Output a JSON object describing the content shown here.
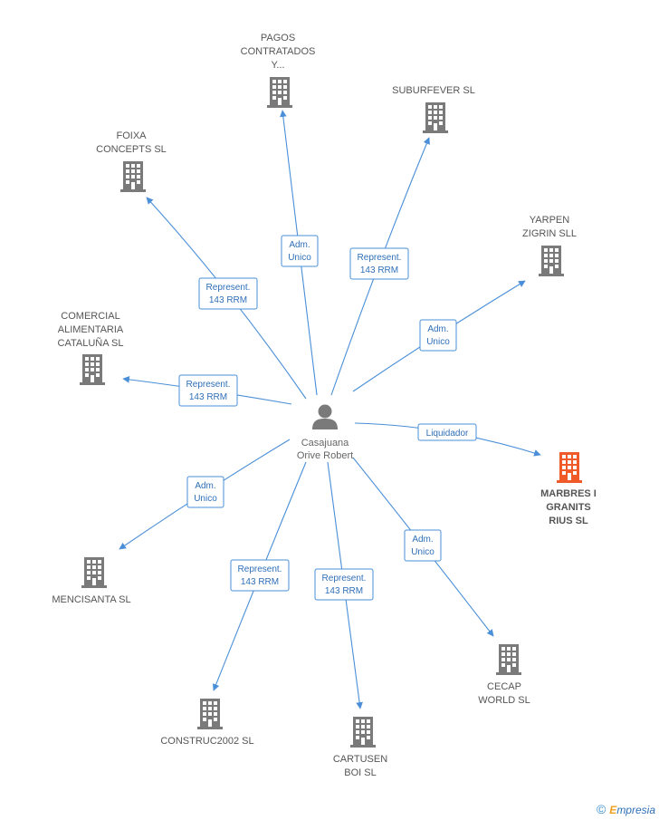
{
  "center": {
    "line1": "Casajuana",
    "line2": "Orive Robert"
  },
  "nodes": [
    {
      "id": "pagos",
      "lines": [
        "PAGOS",
        "CONTRATADOS",
        "Y..."
      ],
      "role": [
        "Adm.",
        "Unico"
      ],
      "highlight": false
    },
    {
      "id": "suburfever",
      "lines": [
        "SUBURFEVER SL"
      ],
      "role": [
        "Represent.",
        "143 RRM"
      ],
      "highlight": false
    },
    {
      "id": "foixa",
      "lines": [
        "FOIXA",
        "CONCEPTS SL"
      ],
      "role": [
        "Represent.",
        "143 RRM"
      ],
      "highlight": false
    },
    {
      "id": "yarpen",
      "lines": [
        "YARPEN",
        "ZIGRIN SLL"
      ],
      "role": [
        "Adm.",
        "Unico"
      ],
      "highlight": false
    },
    {
      "id": "comercial",
      "lines": [
        "COMERCIAL",
        "ALIMENTARIA",
        "CATALUÑA SL"
      ],
      "role": [
        "Represent.",
        "143 RRM"
      ],
      "highlight": false
    },
    {
      "id": "marbres",
      "lines": [
        "MARBRES I",
        "GRANITS",
        "RIUS SL"
      ],
      "role": [
        "Liquidador"
      ],
      "highlight": true
    },
    {
      "id": "mencisanta",
      "lines": [
        "MENCISANTA SL"
      ],
      "role": [
        "Adm.",
        "Unico"
      ],
      "highlight": false
    },
    {
      "id": "construc",
      "lines": [
        "CONSTRUC2002 SL"
      ],
      "role": [
        "Represent.",
        "143 RRM"
      ],
      "highlight": false
    },
    {
      "id": "cartusen",
      "lines": [
        "CARTUSEN",
        "BOI SL"
      ],
      "role": [
        "Represent.",
        "143 RRM"
      ],
      "highlight": false
    },
    {
      "id": "cecap",
      "lines": [
        "CECAP",
        "WORLD SL"
      ],
      "role": [
        "Adm.",
        "Unico"
      ],
      "highlight": false
    }
  ],
  "colors": {
    "edge": "#4a8fd8",
    "building": "#7a7a7a",
    "building_highlight": "#f05a28",
    "person": "#7a7a7a"
  },
  "brand": {
    "copyright": "©",
    "initial": "E",
    "rest": "mpresia"
  }
}
